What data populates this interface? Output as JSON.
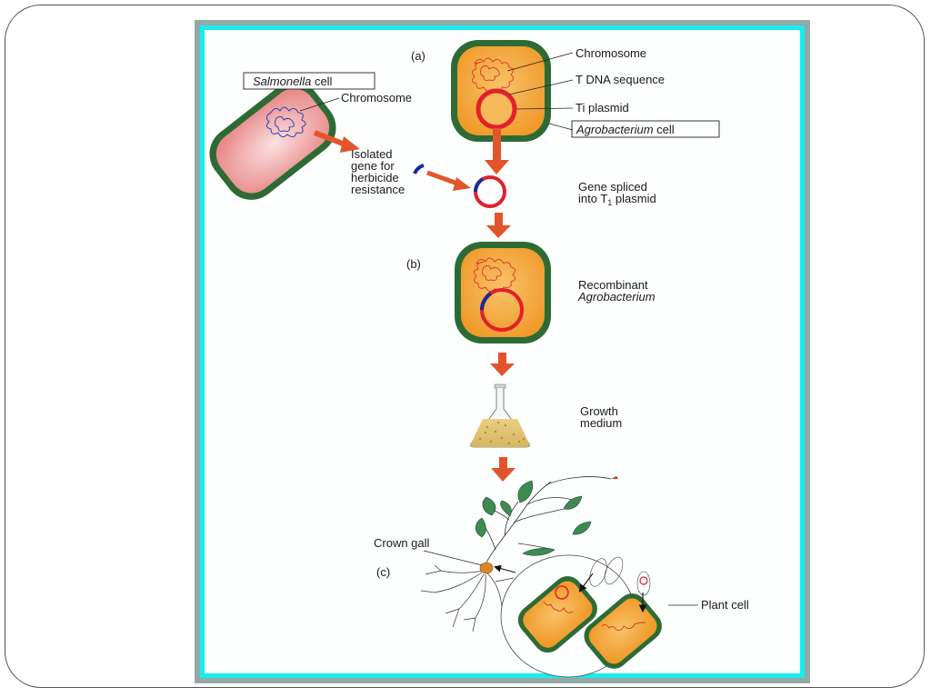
{
  "slide": {
    "figure_title": "Ti plasmid genetic engineering with Agrobacterium",
    "panels": {
      "a": {
        "tag": "(a)",
        "agrobacterium_labels": {
          "chromosome": "Chromosome",
          "tdna": "T DNA sequence",
          "ti_plasmid": "Ti plasmid",
          "cell_box_italic": "Agrobacterium",
          "cell_box_rest": " cell"
        },
        "salmonella_labels": {
          "cell_box_italic": "Salmonella",
          "cell_box_rest": " cell",
          "chromosome": "Chromosome"
        },
        "isolated_gene": [
          "Isolated",
          "gene for",
          "herbicide",
          "resistance"
        ],
        "gene_spliced": [
          "Gene spliced",
          "into T",
          "1",
          " plasmid"
        ]
      },
      "b": {
        "tag": "(b)",
        "recombinant": [
          "Recombinant",
          "Agrobacterium"
        ],
        "growth_medium": [
          "Growth",
          "medium"
        ]
      },
      "c": {
        "tag": "(c)",
        "crown_gall": "Crown gall",
        "plant_cell": "Plant cell"
      }
    },
    "colors": {
      "cell_wall": "#2e6b34",
      "agro_cytoplasm": "#f4a634",
      "salmonella_cytoplasm": "#ec9a9a",
      "plasmid_red": "#e3202a",
      "gene_blue": "#1a2a9a",
      "arrow_orange": "#e2552a",
      "leaf_green": "#3d8a52",
      "frame_cyan": "#14eeee",
      "frame_gray": "#94a8a8"
    }
  }
}
